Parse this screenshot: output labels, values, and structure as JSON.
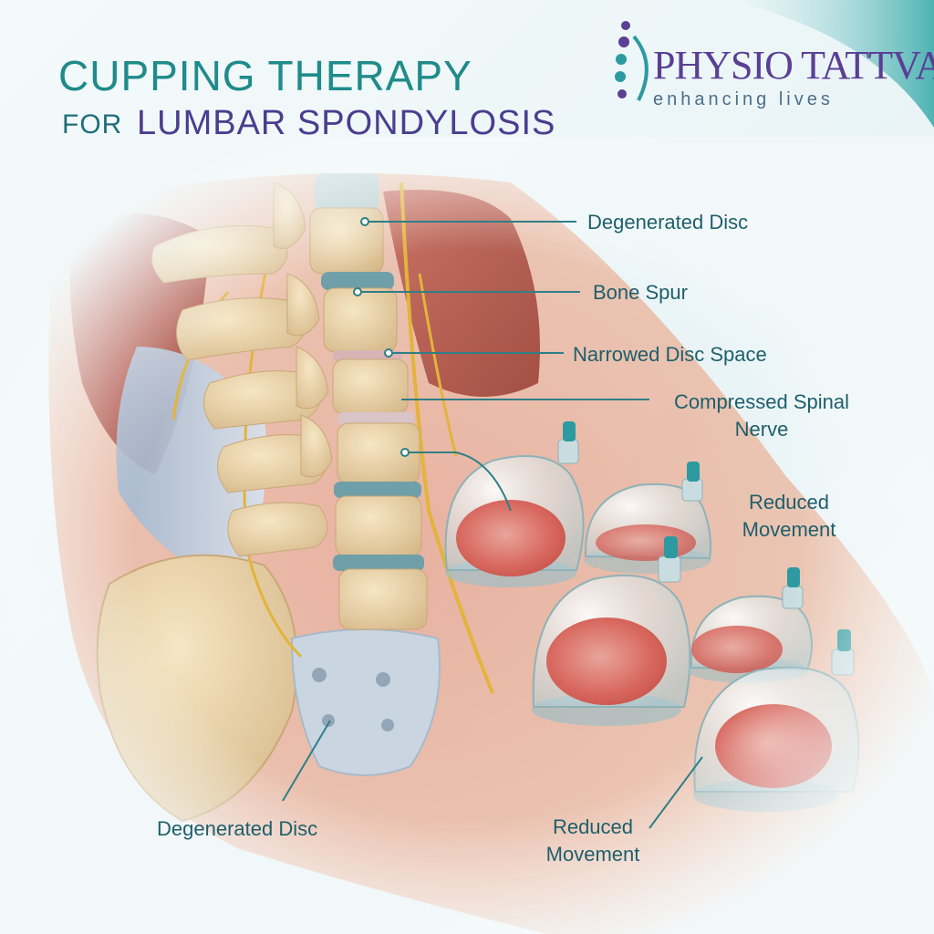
{
  "header": {
    "title_line1": "CUPPING THERAPY",
    "title_line2_prefix": "FOR",
    "title_line2_main": "LUMBAR SPONDYLOSIS"
  },
  "brand": {
    "name": "PHYSIO TATTVA",
    "tagline": "enhancing lives"
  },
  "labels": {
    "degenerated_disc_top": "Degenerated Disc",
    "bone_spur": "Bone Spur",
    "narrowed_disc_space": "Narrowed Disc Space",
    "compressed_nerve_line1": "Compressed Spinal",
    "compressed_nerve_line2": "Nerve",
    "reduced_movement_right_line1": "Reduced",
    "reduced_movement_right_line2": "Movement",
    "degenerated_disc_bottom": "Degenerated Disc",
    "reduced_movement_bottom_line1": "Reduced",
    "reduced_movement_bottom_line2": "Movement"
  },
  "colors": {
    "title_teal": "#1f8b8a",
    "title_purple": "#4b3d8f",
    "leader_line": "#2f7f86",
    "bone": "#e8d2a8",
    "disc": "#6f9fa8",
    "nerve": "#e2b43a",
    "muscle": "#b9584c",
    "skin": "#e3a78c",
    "cup_glass": "#dfeef2",
    "cup_valve": "#2c9aa0"
  }
}
